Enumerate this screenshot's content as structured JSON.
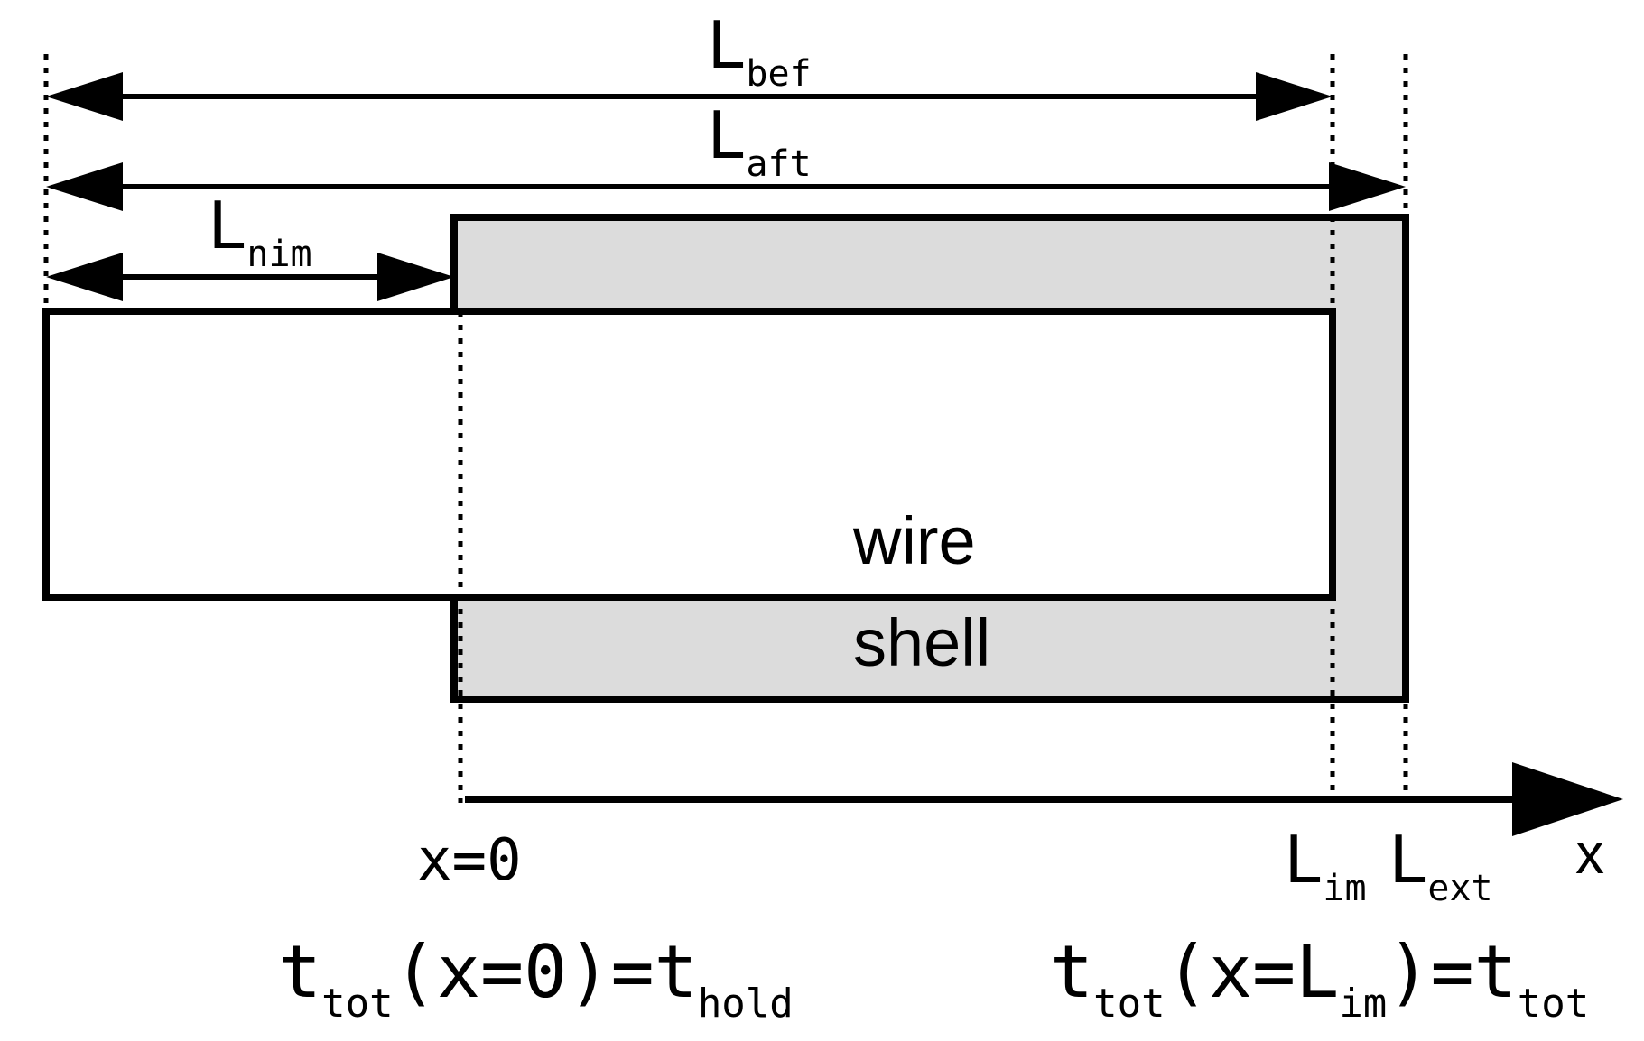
{
  "labels": {
    "l_bef": {
      "main": "L",
      "sub": "bef"
    },
    "l_aft": {
      "main": "L",
      "sub": "aft"
    },
    "l_nim": {
      "main": "L",
      "sub": "nim"
    },
    "wire": "wire",
    "shell": "shell",
    "x_zero": "x=0",
    "l_im": {
      "main": "L",
      "sub": "im"
    },
    "l_ext": {
      "main": "L",
      "sub": "ext"
    },
    "x_axis": "x",
    "eq_left": {
      "t": "t",
      "tot": "tot",
      "mid": "(x=0)=t",
      "hold": "hold"
    },
    "eq_right": {
      "t": "t",
      "tot": "tot",
      "mid1": "(x=L",
      "im": "im",
      "mid2": ")=t",
      "tot2": "tot"
    }
  },
  "colors": {
    "shell_fill": "#dcdcdc",
    "line": "#000000",
    "background": "#ffffff"
  }
}
